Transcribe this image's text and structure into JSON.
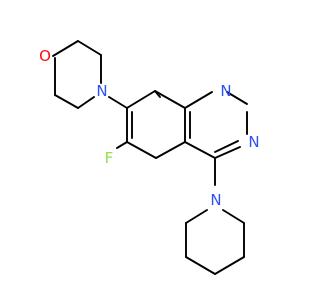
{
  "molecule": {
    "atoms": [
      {
        "id": "O_morph",
        "symbol": "O",
        "color": "#ff0d0d"
      },
      {
        "id": "N_morph",
        "symbol": "N",
        "color": "#3050f8"
      },
      {
        "id": "F",
        "symbol": "F",
        "color": "#8fe04f"
      },
      {
        "id": "N1",
        "symbol": "N",
        "color": "#3050f8"
      },
      {
        "id": "N3",
        "symbol": "N",
        "color": "#3050f8"
      },
      {
        "id": "N_pip",
        "symbol": "N",
        "color": "#3050f8"
      }
    ],
    "bond_color": "#000000"
  }
}
